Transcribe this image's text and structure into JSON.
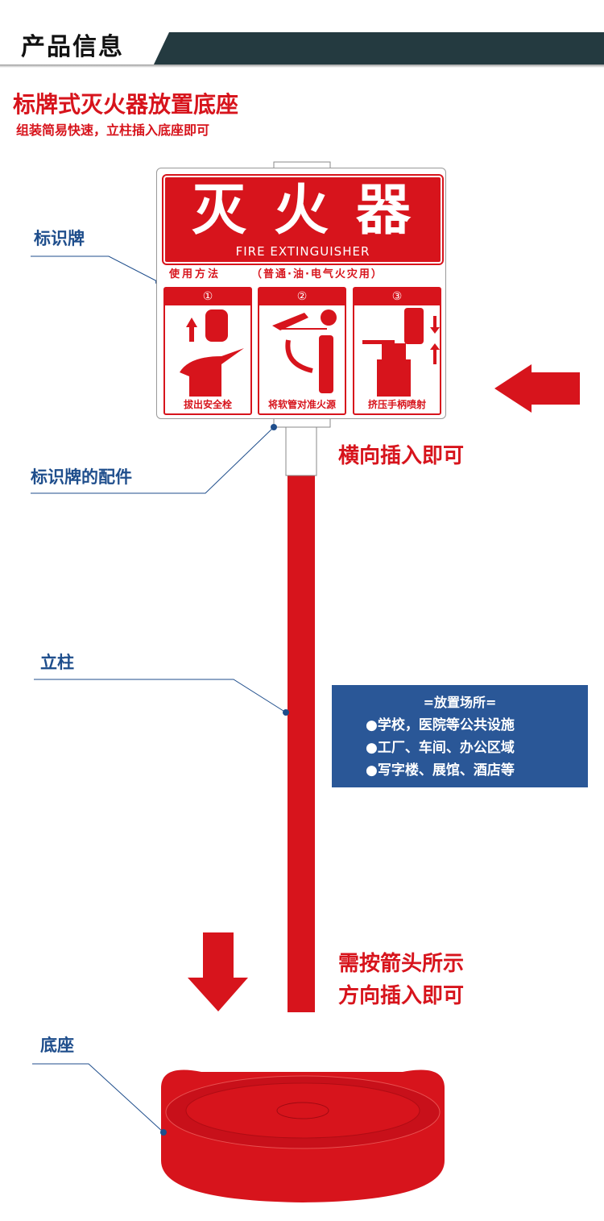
{
  "header": {
    "title": "产品信息"
  },
  "title": "标牌式灭火器放置底座",
  "subtitle": "组装简易快速，立柱插入底座即可",
  "sign": {
    "title": "灭火器",
    "subtitle": "FIRE EXTINGUISHER",
    "usage_label": "使用方法",
    "usage_scope": "（普通·油·电气火灾用）",
    "steps": [
      {
        "num": "①",
        "caption": "拔出安全栓"
      },
      {
        "num": "②",
        "caption": "将软管对准火源"
      },
      {
        "num": "③",
        "caption": "挤压手柄喷射"
      }
    ]
  },
  "labels": {
    "sign": "标识牌",
    "fitting": "标识牌的配件",
    "pole": "立柱",
    "base": "底座"
  },
  "notes": {
    "horizontal": "横向插入即可",
    "arrow_line1": "需按箭头所示",
    "arrow_line2": "方向插入即可"
  },
  "places": {
    "title": "=放置场所=",
    "items": [
      "●学校，医院等公共设施",
      "●工厂、车间、办公区域",
      "●写字楼、展馆、酒店等"
    ]
  },
  "colors": {
    "red": "#d7141c",
    "blue": "#2a5797",
    "dark": "#243a40"
  }
}
